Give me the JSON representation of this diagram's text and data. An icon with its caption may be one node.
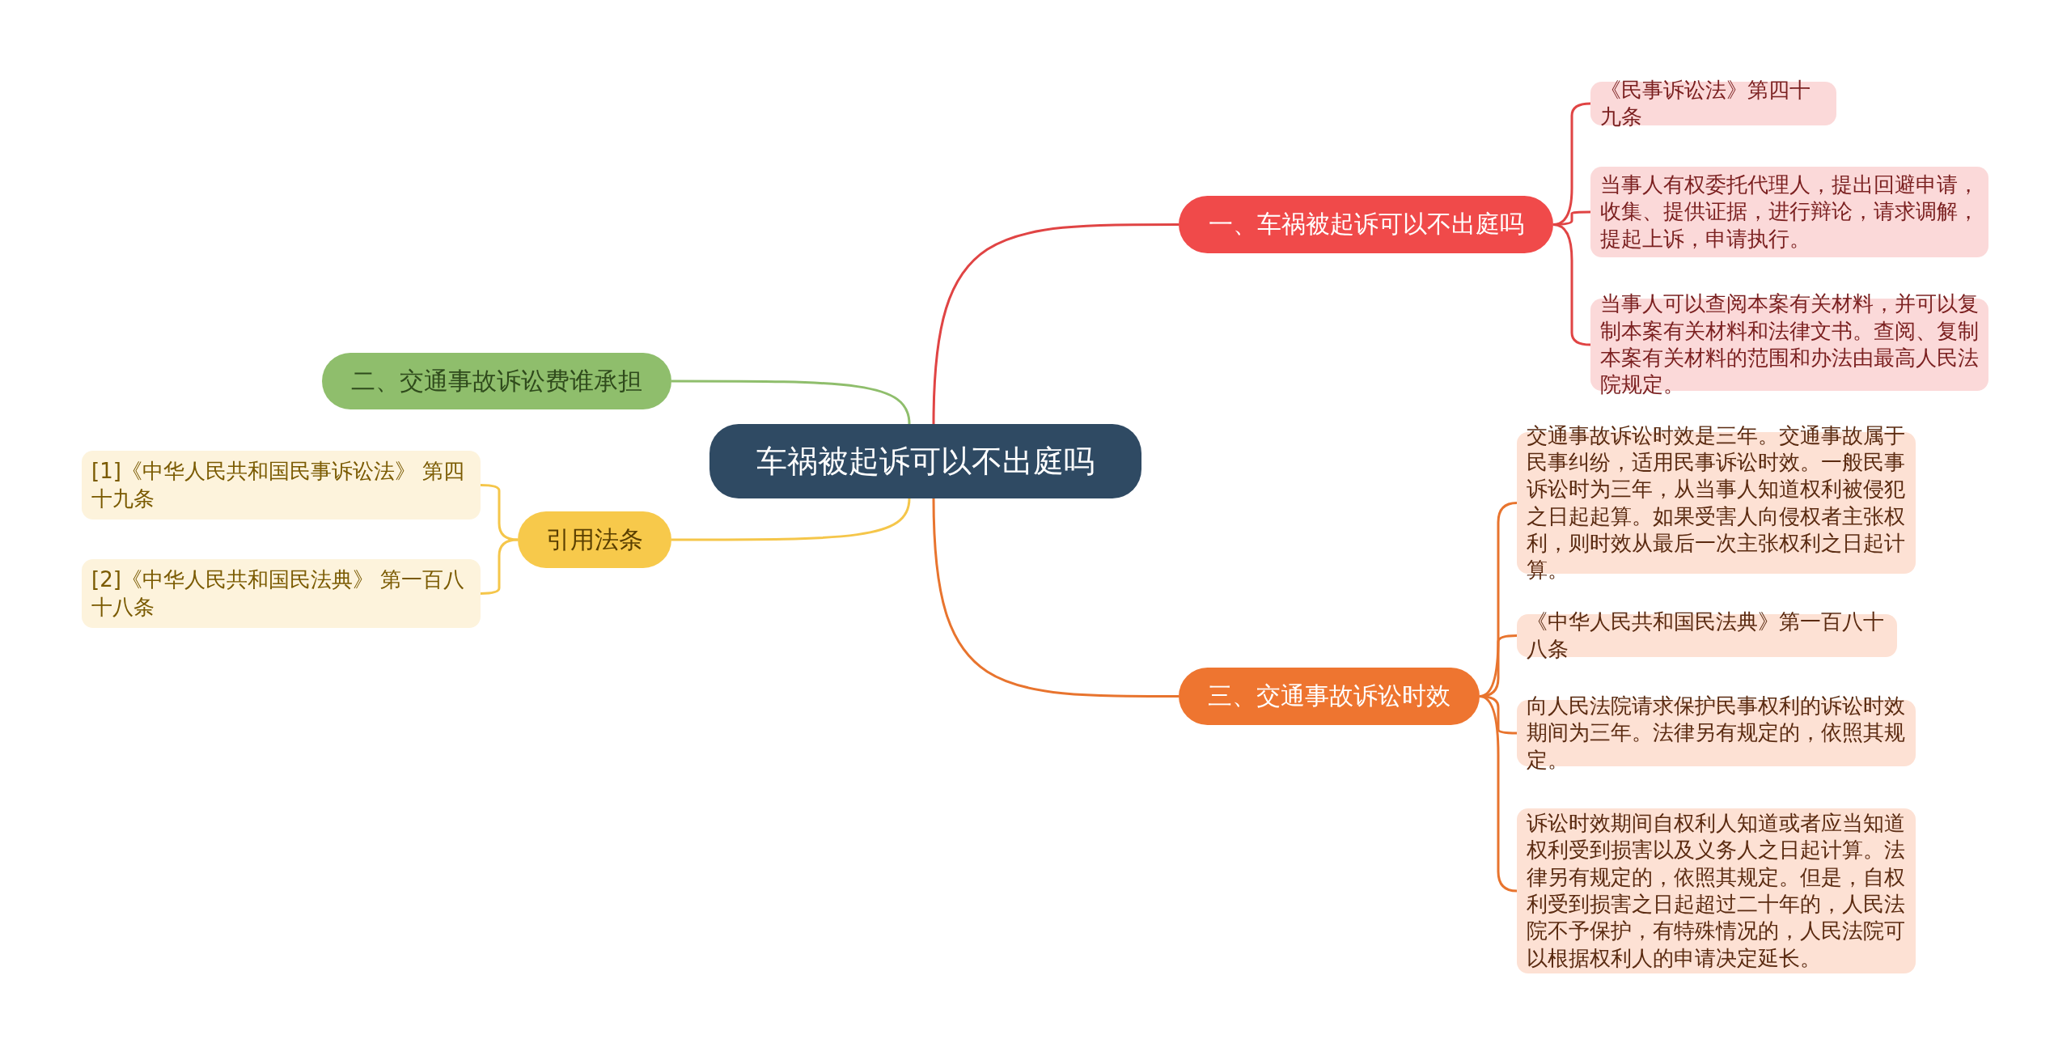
{
  "diagram": {
    "nodes": [
      {
        "text": [
          "车祸被起诉可以不出庭吗"
        ]
      },
      {
        "text": [
          "一、车祸被起诉可以不出庭吗"
        ]
      },
      {
        "text": [
          "《民事诉讼法》第四十九条"
        ]
      },
      {
        "text": [
          "当事人有权委托代理人，提出回避申请，收集、提供证据，进行辩论，请求调解，提起上诉，申请执行。"
        ]
      },
      {
        "text": [
          "当事人可以查阅本案有关材料，并可以复制本案有关材料和法律文书。查阅、复制本案有关材料的范围和办法由最高人民法院规定。"
        ]
      },
      {
        "text": [
          "二、交通事故诉讼费谁承担"
        ]
      },
      {
        "text": [
          "引用法条"
        ]
      },
      {
        "text": [
          "[1]《中华人民共和国民事诉讼法》 第四十九条"
        ]
      },
      {
        "text": [
          "[2]《中华人民共和国民法典》 第一百八十八条"
        ]
      },
      {
        "text": [
          "三、交通事故诉讼时效"
        ]
      },
      {
        "text": [
          "交通事故诉讼时效是三年。交通事故属于民事纠纷，适用民事诉讼时效。一般民事诉讼时为三年，从当事人知道权利被侵犯之日起起算。如果受害人向侵权者主张权利，则时效从最后一次主张权利之日起计算。"
        ]
      },
      {
        "text": [
          "《中华人民共和国民法典》第一百八十八条"
        ]
      },
      {
        "text": [
          "向人民法院请求保护民事权利的诉讼时效期间为三年。法律另有规定的，依照其规定。"
        ]
      },
      {
        "text": [
          "诉讼时效期间自权利人知道或者应当知道权利受到损害以及义务人之日起计算。法律另有规定的，依照其规定。但是，自权利受到损害之日起超过二十年的，人民法院不予保护，有特殊情况的，人民法院可以根据权利人的申请决定延长。"
        ]
      }
    ],
    "edges": [
      {
        "from": 0,
        "to": 1,
        "arrow": "none",
        "color": "#e04444"
      },
      {
        "from": 1,
        "to": 2,
        "arrow": "none",
        "color": "#e04444"
      },
      {
        "from": 1,
        "to": 3,
        "arrow": "none",
        "color": "#e04444"
      },
      {
        "from": 1,
        "to": 4,
        "arrow": "none",
        "color": "#e04444"
      },
      {
        "from": 0,
        "to": 5,
        "arrow": "none",
        "color": "#8fbe6c"
      },
      {
        "from": 0,
        "to": 6,
        "arrow": "none",
        "color": "#f5c64a"
      },
      {
        "from": 6,
        "to": 7,
        "arrow": "none",
        "color": "#f5c64a"
      },
      {
        "from": 6,
        "to": 8,
        "arrow": "none",
        "color": "#f5c64a"
      },
      {
        "from": 0,
        "to": 9,
        "arrow": "none",
        "color": "#e8742e"
      },
      {
        "from": 9,
        "to": 10,
        "arrow": "none",
        "color": "#e8742e"
      },
      {
        "from": 9,
        "to": 11,
        "arrow": "none",
        "color": "#e8742e"
      },
      {
        "from": 9,
        "to": 12,
        "arrow": "none",
        "color": "#e8742e"
      },
      {
        "from": 9,
        "to": 13,
        "arrow": "none",
        "color": "#e8742e"
      }
    ]
  }
}
